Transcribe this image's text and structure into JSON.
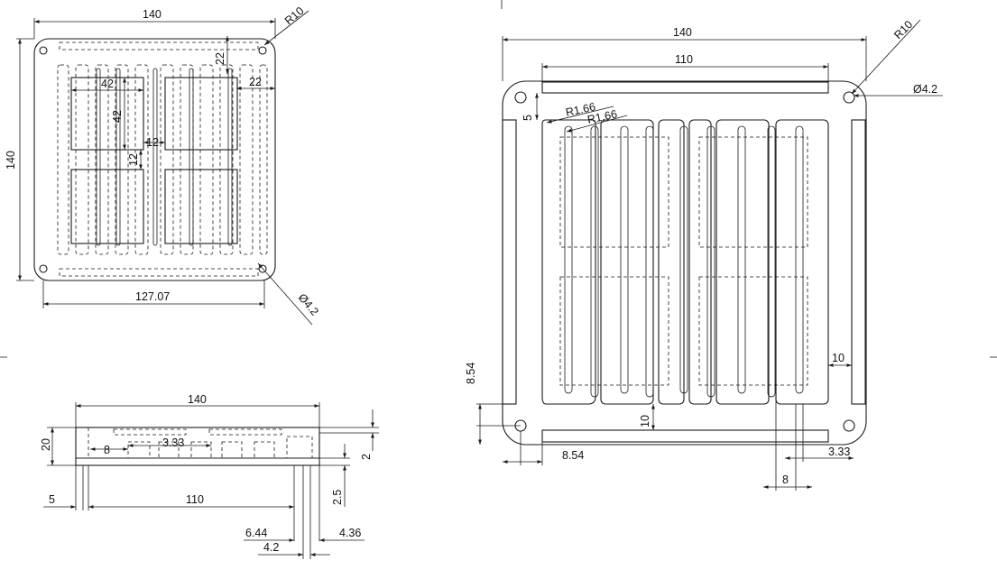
{
  "views": {
    "top_left": {
      "dim_width": "140",
      "dim_height": "140",
      "dim_corner_radius": "R10",
      "dim_bottom": "127.07",
      "dim_hole": "Ø4.2",
      "dim_edge_offset": "22",
      "dim_edge_offset_vertical": "22",
      "dim_cell_width": "42",
      "dim_cell_height": "42",
      "dim_gap_horizontal": "12",
      "dim_gap_vertical": "12"
    },
    "top_right": {
      "dim_width": "140",
      "dim_inner_width": "110",
      "dim_corner_radius": "R10",
      "dim_hole": "Ø4.2",
      "dim_radius_a": "R1.66",
      "dim_radius_b": "R1.66",
      "dim_left_margin": "5",
      "dim_right_margin": "10",
      "dim_bottom_gap": "10",
      "dim_hole_offset_vertical": "8.54",
      "dim_hole_offset_horizontal": "8.54",
      "dim_channel_spacing": "8",
      "dim_channel_width": "3.33"
    },
    "side": {
      "dim_width": "140",
      "dim_height": "20",
      "dim_thickness": "2",
      "dim_offset": "8",
      "dim_slot": "3.33",
      "dim_gap": "5",
      "dim_length": "110",
      "dim_step": "2.5",
      "dim_left_offset": "6.44",
      "dim_hole": "4.2",
      "dim_right_offset": "4.36"
    }
  }
}
